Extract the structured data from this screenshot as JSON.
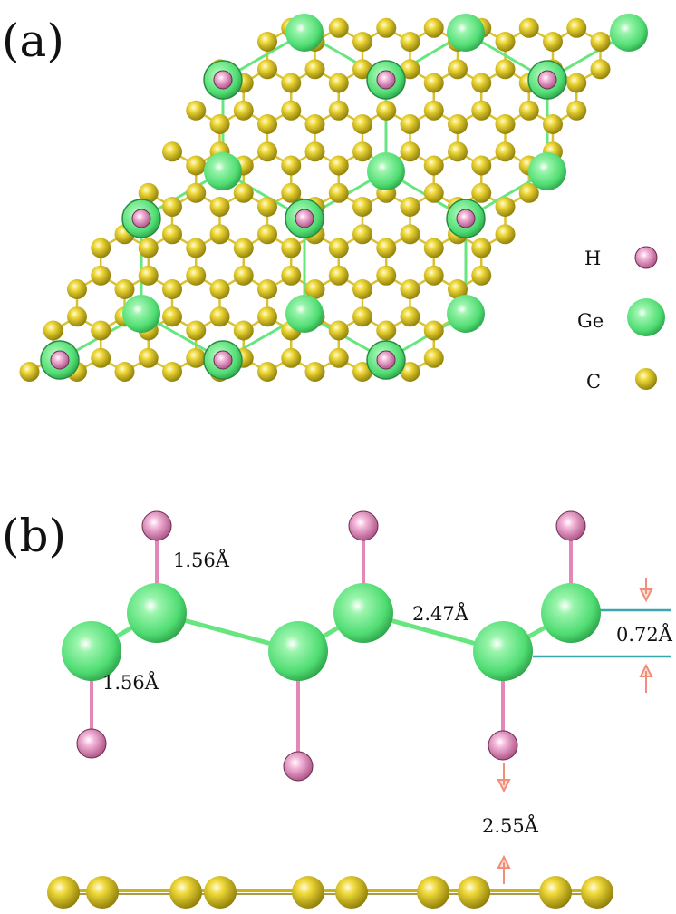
{
  "panel_a": {
    "label": "(a)",
    "legend": [
      {
        "label": "H",
        "element": "H"
      },
      {
        "label": "Ge",
        "element": "Ge"
      },
      {
        "label": "C",
        "element": "C"
      }
    ]
  },
  "panel_b": {
    "label": "(b)",
    "measurements": {
      "ge_h_top": "1.56Å",
      "ge_h_bottom": "1.56Å",
      "ge_ge": "2.47Å",
      "buckling": "0.72Å",
      "layer_gap": "2.55Å"
    }
  },
  "colors": {
    "hydrogen": "#e58fc0",
    "germanium": "#55e37a",
    "carbon": "#d6c21a",
    "ge_bond": "#67e67f",
    "h_bond": "#e287b7",
    "c_bond": "#d8c234",
    "level_line": "#3aa6ad",
    "arrow": "#f08e7a"
  }
}
